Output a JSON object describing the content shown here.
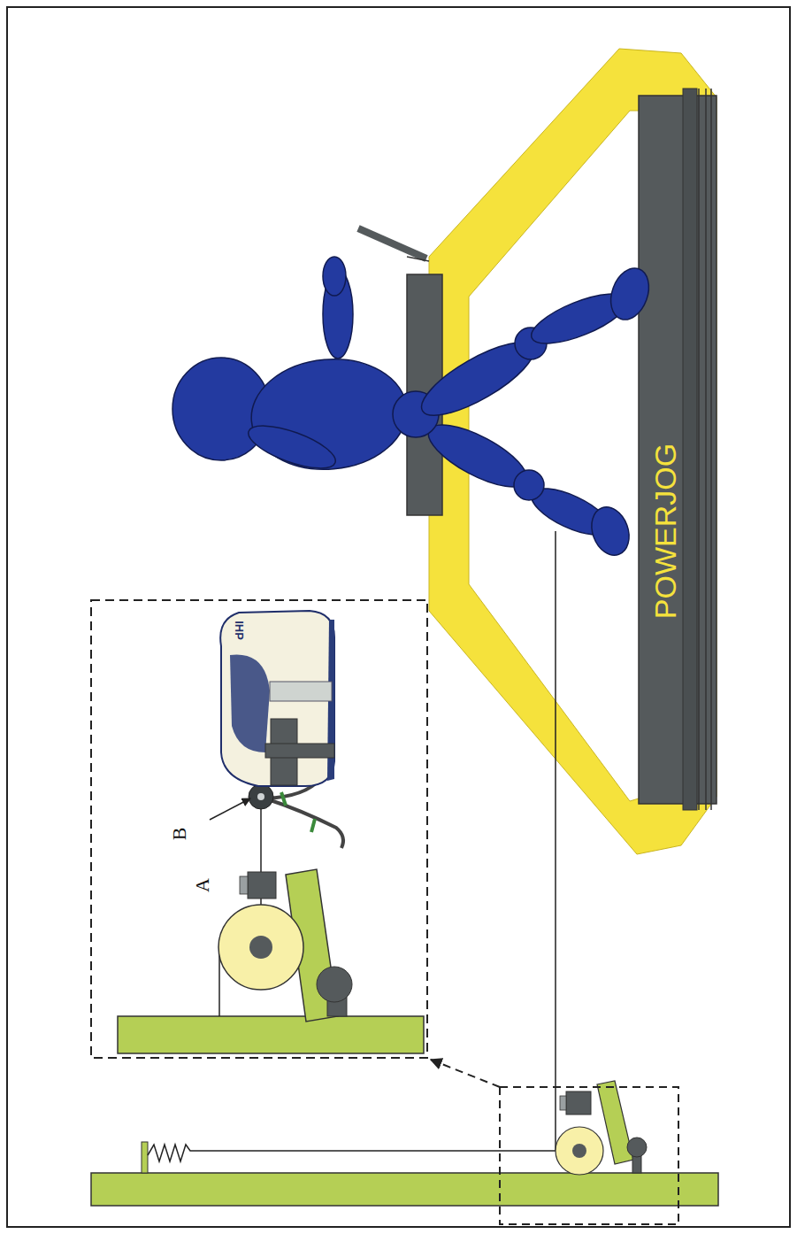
{
  "diagram": {
    "labels": [
      "POWERJOG",
      "A",
      "B",
      "IHP"
    ]
  }
}
